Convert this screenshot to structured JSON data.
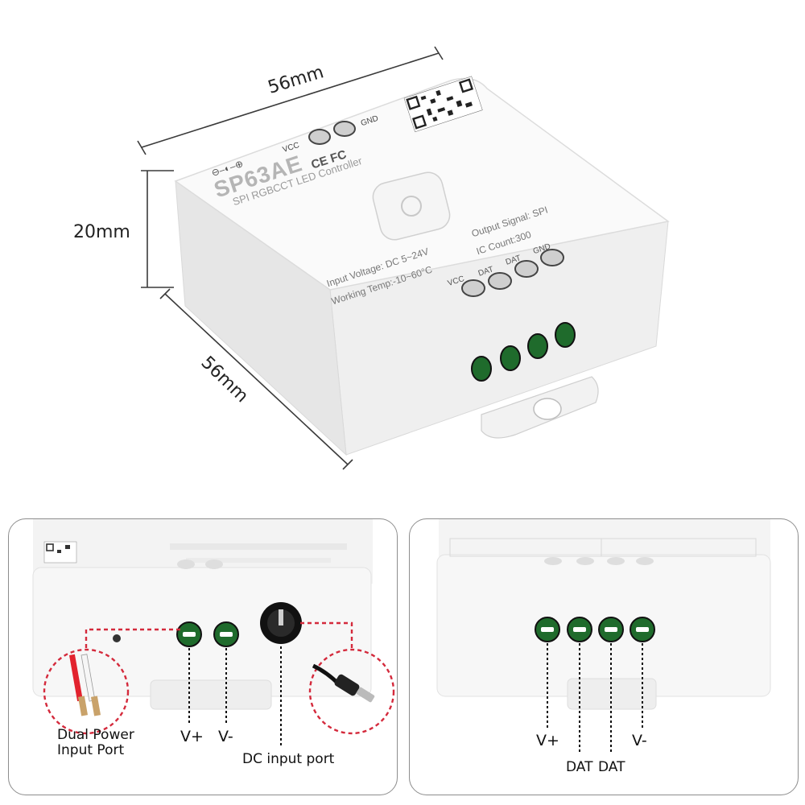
{
  "dimensions": {
    "width_label": "56mm",
    "height_label": "20mm",
    "depth_label": "56mm"
  },
  "device": {
    "model": "SP63AE",
    "subtitle": "SPI  RGBCCT  LED Controller",
    "input_voltage": "Input Voltage: DC 5~24V",
    "working_temp": "Working Temp:-10~60°C",
    "output_signal": "Output Signal:  SPI",
    "ic_count": "IC Count:300",
    "power_vcc": "VCC",
    "power_gnd": "GND",
    "term_vcc": "VCC",
    "term_dat1": "DAT",
    "term_dat2": "DAT",
    "term_gnd": "GND",
    "certs": "CE FC"
  },
  "left_panel": {
    "dual_power_line1": "Dual Power",
    "dual_power_line2": "Input Port",
    "v_plus": "V+",
    "v_minus": "V-",
    "dc_input": "DC input port"
  },
  "right_panel": {
    "v_plus": "V+",
    "v_minus": "V-",
    "dat1": "DAT",
    "dat2": "DAT"
  },
  "colors": {
    "dashed_red": "#d42a3c",
    "terminal_green": "#1f6b2c",
    "body_white": "#f6f6f6",
    "dim_line": "#3a3a3a"
  }
}
